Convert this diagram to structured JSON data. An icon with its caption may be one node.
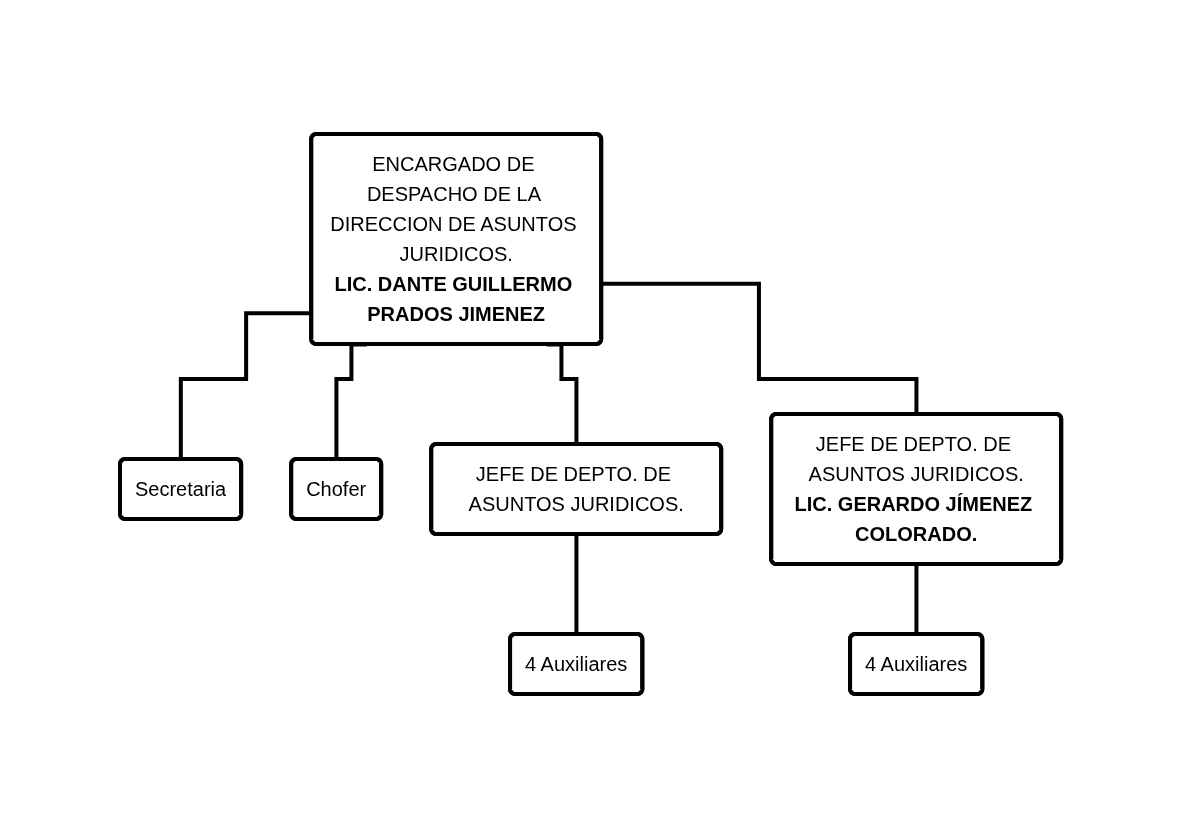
{
  "diagram": {
    "nodes": [
      {
        "text": [
          "ENCARGADO DE DESPACHO DE LA DIRECCION DE ASUNTOS JURIDICOS.",
          "LIC. DANTE GUILLERMO PRADOS JIMENEZ"
        ]
      },
      {
        "text": [
          "Secretaria"
        ]
      },
      {
        "text": [
          "Chofer"
        ]
      },
      {
        "text": [
          "JEFE DE DEPTO. DE ASUNTOS JURIDICOS."
        ]
      },
      {
        "text": [
          "JEFE DE DEPTO. DE ASUNTOS JURIDICOS.",
          "LIC. GERARDO JÍMENEZ COLORADO."
        ]
      },
      {
        "text": [
          "4 Auxiliares"
        ]
      },
      {
        "text": [
          "4 Auxiliares"
        ]
      }
    ],
    "edges": [
      {
        "from": 0,
        "to": 1,
        "arrow": "none"
      },
      {
        "from": 0,
        "to": 2,
        "arrow": "none"
      },
      {
        "from": 0,
        "to": 3,
        "arrow": "none"
      },
      {
        "from": 0,
        "to": 4,
        "arrow": "none"
      },
      {
        "from": 3,
        "to": 5,
        "arrow": "none"
      },
      {
        "from": 4,
        "to": 6,
        "arrow": "none"
      }
    ]
  }
}
